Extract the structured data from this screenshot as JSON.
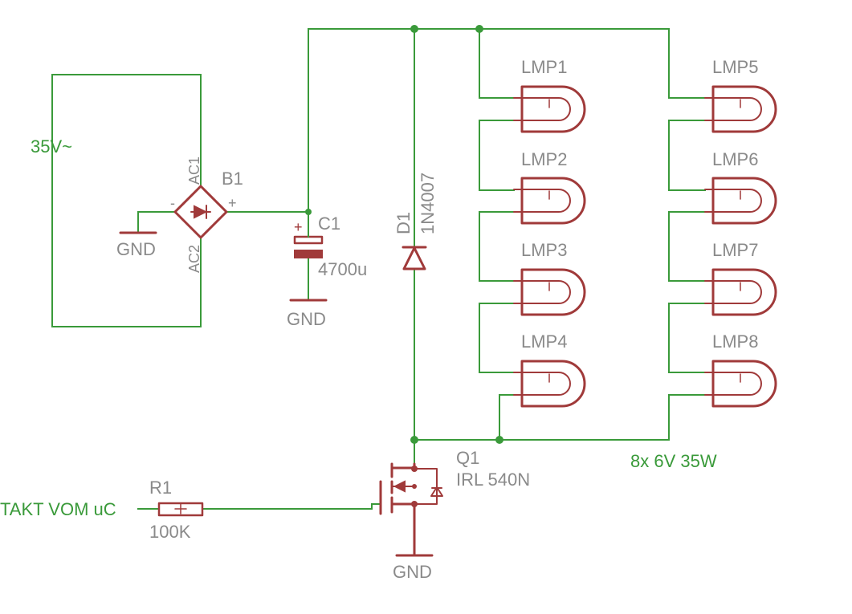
{
  "labels": {
    "supply": "35V~",
    "bridge_name": "B1",
    "bridge_ac1": "AC1",
    "bridge_ac2": "AC2",
    "bridge_minus": "-",
    "bridge_plus": "+",
    "gnd": "GND",
    "cap_name": "C1",
    "cap_value": "4700u",
    "cap_plus": "+",
    "diode_name": "D1",
    "diode_value": "1N4007",
    "lamps": [
      "LMP1",
      "LMP2",
      "LMP3",
      "LMP4",
      "LMP5",
      "LMP6",
      "LMP7",
      "LMP8"
    ],
    "lamp_note": "8x 6V 35W",
    "mosfet_name": "Q1",
    "mosfet_value": "IRL 540N",
    "res_name": "R1",
    "res_value": "100K",
    "input": "TAKT VOM uC"
  },
  "colors": {
    "wire": "#3a9a3a",
    "symbol": "#a03a3a",
    "text": "#8a8a8a"
  }
}
